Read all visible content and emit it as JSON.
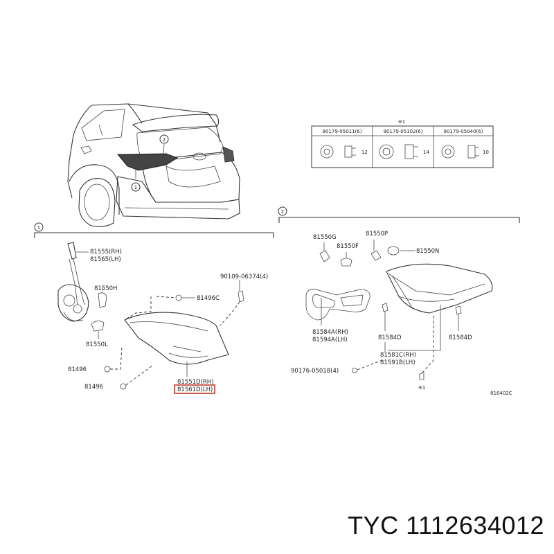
{
  "brand_line": "TYC 1112634012",
  "callouts": {
    "one": "1",
    "two": "2"
  },
  "table": {
    "note": "※1",
    "headers": [
      "90179-05011(6)",
      "90179-05102(6)",
      "90179-05040(6)"
    ],
    "dims": [
      "12",
      "14",
      "10"
    ]
  },
  "parts_left": {
    "p81555_rh": "81555(RH)",
    "p81565_lh": "81565(LH)",
    "p81550h": "81550H",
    "p81550l": "81550L",
    "p81496c": "81496C",
    "p90109": "90109-06374(4)",
    "p81496_a": "81496",
    "p81496_b": "81496",
    "p81551d_rh": "81551D(RH)",
    "p81561d_lh": "81561D(LH)"
  },
  "parts_right": {
    "p81550g": "81550G",
    "p81550f": "81550F",
    "p81550p": "81550P",
    "p81550n": "81550N",
    "p81584a_rh": "81584A(RH)",
    "p81594a_lh": "81594A(LH)",
    "p81584d_a": "81584D",
    "p81584d_b": "81584D",
    "p81581c_rh": "81581C(RH)",
    "p81591b_lh": "81591B(LH)",
    "p90176": "90176-05018(4)",
    "note_x1": "※1",
    "figure_code": "816402C"
  }
}
